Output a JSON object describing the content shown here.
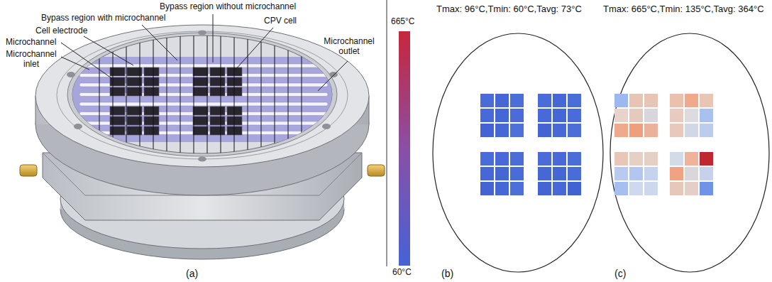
{
  "diagram": {
    "labels": [
      "Bypass region without microchannel",
      "Bypass region with microchannel",
      "Cell electrode",
      "CPV cell",
      "Microchannel",
      "Microchannel inlet",
      "Microchannel outlet",
      "(a)",
      "665°C",
      "60°C",
      "(b)",
      "(c)",
      "Tmax: 96°C,Tmin: 60°C,Tavg: 73°C",
      "Tmax: 665°C,Tmin: 135°C,Tavg: 364°C"
    ]
  }
}
